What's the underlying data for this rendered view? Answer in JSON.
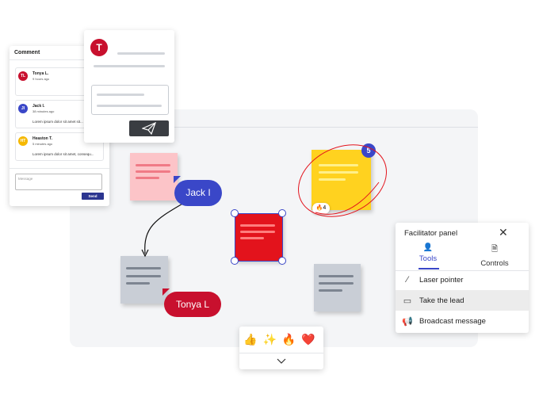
{
  "comment_panel": {
    "title": "Comment",
    "comments": [
      {
        "initials": "TL",
        "name": "Tonya L.",
        "time": "9 hours ago",
        "text": "",
        "color": "#c8102e"
      },
      {
        "initials": "JI",
        "name": "Jack I.",
        "time": "38 minutes ago",
        "text": "Lorem ipsum dolor sit amet sit...",
        "color": "#3a47c8"
      },
      {
        "initials": "HT",
        "name": "Heaston T.",
        "time": "5 minutes ago",
        "text": "Lorem ipsum dolor sit amet, consequ...",
        "color": "#f5b800"
      }
    ],
    "message_placeholder": "Message",
    "send_label": "Send"
  },
  "composer": {
    "avatar_initial": "T"
  },
  "collaborators": {
    "jack": "Jack I",
    "tonya": "Tonya L"
  },
  "yellow_note": {
    "vote_count": "5",
    "reaction_count": "4"
  },
  "facilitator": {
    "title": "Facilitator panel",
    "tabs": [
      {
        "label": "Tools"
      },
      {
        "label": "Controls"
      }
    ],
    "items": [
      {
        "label": "Laser pointer"
      },
      {
        "label": "Take the lead"
      },
      {
        "label": "Broadcast message"
      }
    ]
  },
  "reactions": [
    "👍",
    "✨",
    "🔥",
    "❤️"
  ]
}
